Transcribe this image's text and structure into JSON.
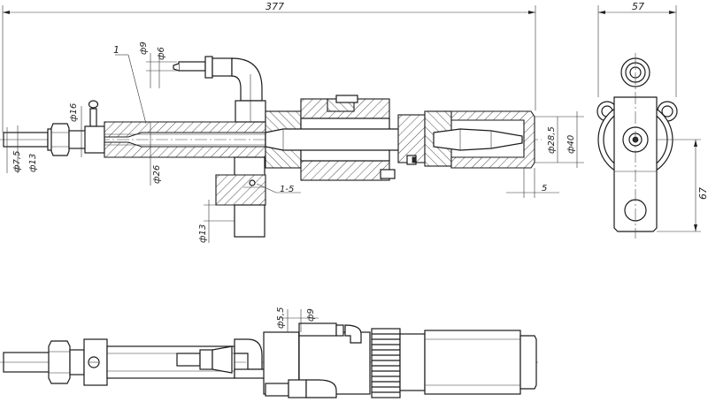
{
  "dimensions": {
    "overall_length": "377",
    "side_width": "57",
    "side_height": "67",
    "d9": "ф9",
    "d6": "ф6",
    "d16": "ф16",
    "d7_5": "ф7,5",
    "d13": "ф13",
    "d26": "ф26",
    "d13b": "ф13",
    "thread": "1-5",
    "d28_5": "ф28,5",
    "d40": "ф40",
    "len5": "5",
    "d5_5": "ф5,5",
    "d9b": "ф9"
  },
  "leader_label": "1"
}
